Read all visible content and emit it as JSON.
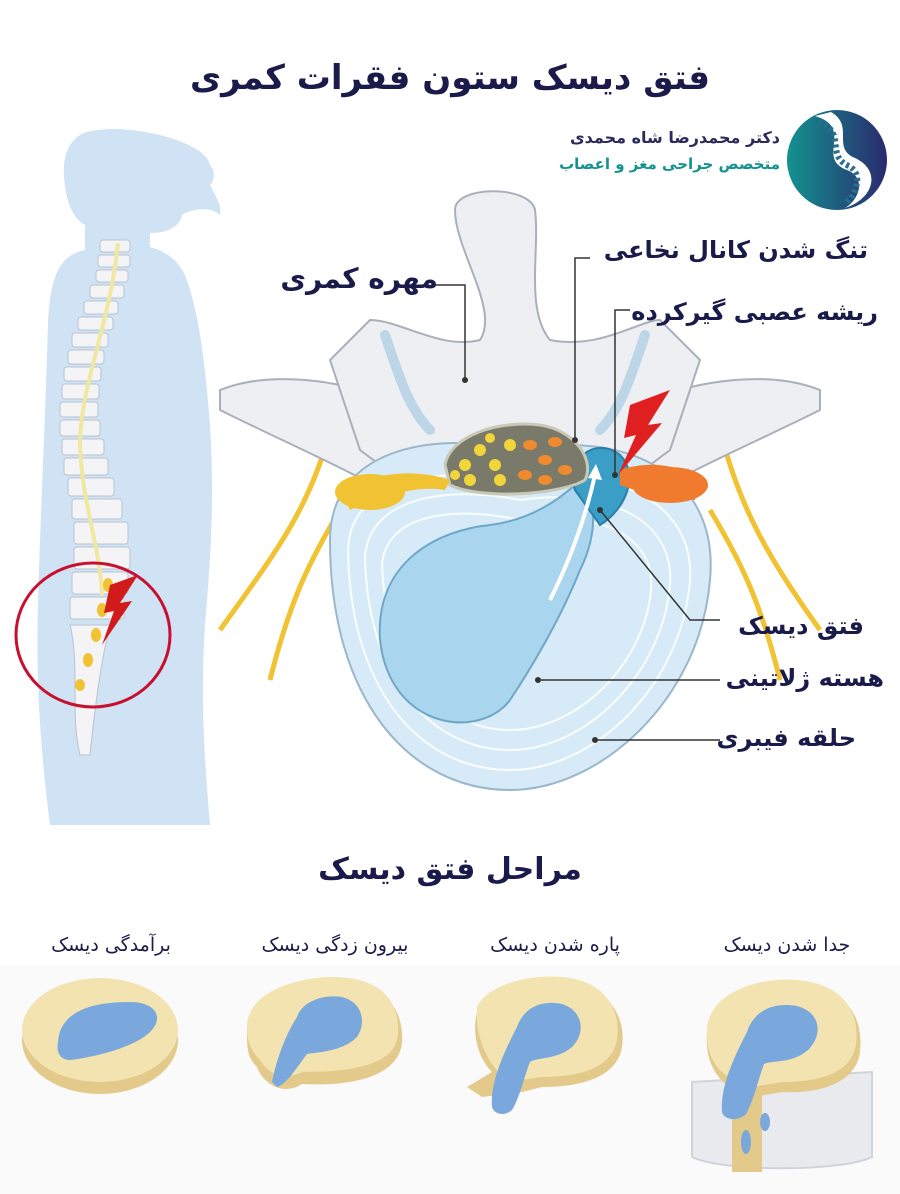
{
  "header": {
    "title": "فتق دیسک ستون فقرات کمری"
  },
  "brand": {
    "name": "دکتر محمدرضا شاه محمدی",
    "specialty": "متخصص جراحی مغز و اعصاب",
    "logo_icon": "spine-s-logo-icon",
    "colors": {
      "teal": "#13928f",
      "navy": "#2a2a6e"
    }
  },
  "body_illustration": {
    "silhouette_color": "#cfe3f5",
    "highlight_circle_color": "#c8102e",
    "pain_icon": "lightning-bolt-icon"
  },
  "diagram": {
    "labels": {
      "vertebra": "مهره کمری",
      "canal_narrowing": "تنگ شدن کانال نخاعی",
      "pinched_nerve_root": "ریشه عصبی گیرکرده",
      "disc_herniation": "فتق دیسک",
      "nucleus_pulposus": "هسته ژلاتینی",
      "annulus_fibrosus": "حلقه فیبری"
    },
    "colors": {
      "bone": "#eeeff3",
      "disc_ring": "#d6ebf7",
      "nucleus": "#a9d6ee",
      "herniation": "#3a9ec7",
      "nerve": "#f1c232",
      "inflamed_nerve": "#f07a2e",
      "pain": "#e02020"
    }
  },
  "stages": {
    "title": "مراحل فتق دیسک",
    "items": [
      {
        "label": "جدا شدن دیسک"
      },
      {
        "label": "پاره شدن دیسک"
      },
      {
        "label": "بیرون زدگی دیسک"
      },
      {
        "label": "برآمدگی دیسک"
      }
    ],
    "colors": {
      "disc": "#f2e3b0",
      "disc_edge": "#e3c98a",
      "nucleus": "#7aa8dc"
    }
  }
}
